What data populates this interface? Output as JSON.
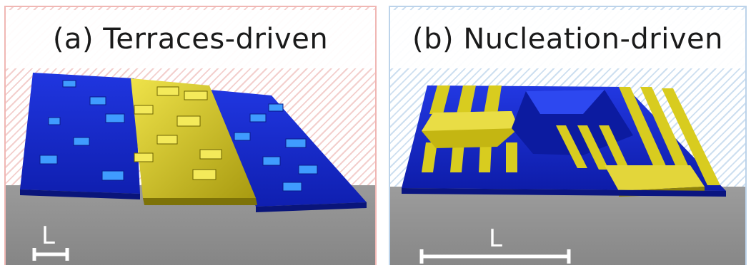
{
  "panels": [
    {
      "title": "(a) Terraces-driven",
      "scale_label": "L"
    },
    {
      "title": "(b) Nucleation-driven",
      "scale_label": "L"
    }
  ],
  "colors": {
    "substrate": "#8f8f8f",
    "blue_layer": "#1c30d6",
    "yellow_layer": "#cfc21a",
    "island_highlight": "#4fb0ff",
    "panel_a_border": "#f0b7b4",
    "panel_b_border": "#bcd3ea"
  }
}
